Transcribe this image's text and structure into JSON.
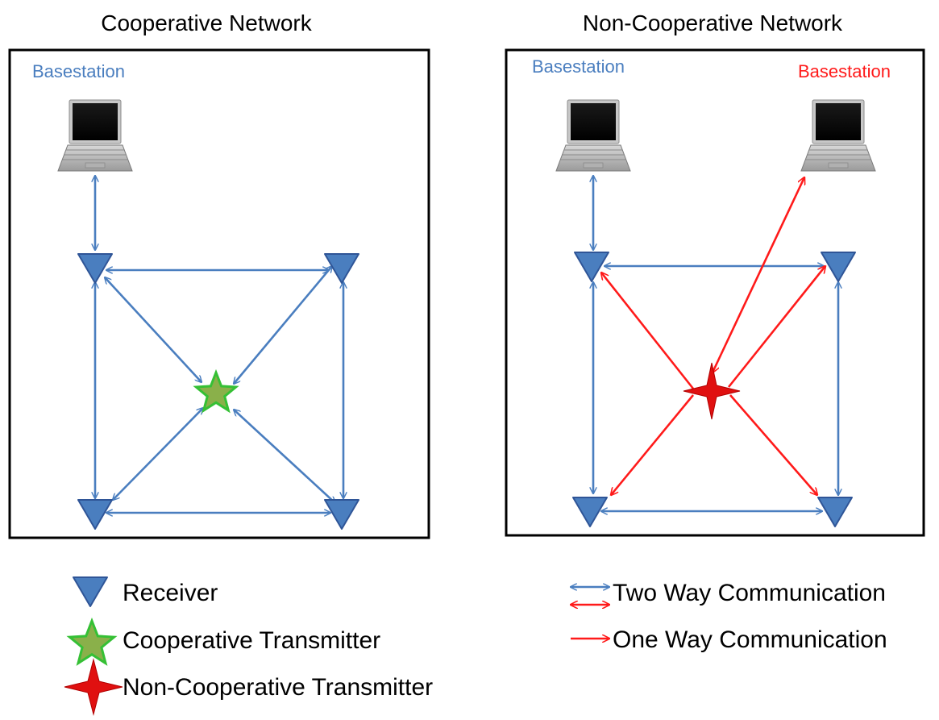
{
  "colors": {
    "blue": "#4a7ebf",
    "blue_dark": "#2f5597",
    "red": "#ff1a1a",
    "star_green_fill": "#8ab04a",
    "star_green_stroke": "#35c035",
    "star_red": "#e01010",
    "frame": "#000000",
    "text": "#000000"
  },
  "panels": {
    "cooperative": {
      "title": "Cooperative Network",
      "basestation_label": "Basestation"
    },
    "non_cooperative": {
      "title": "Non-Cooperative Network",
      "basestation_left_label": "Basestation",
      "basestation_right_label": "Basestation"
    }
  },
  "legend": {
    "receiver": "Receiver",
    "cooperative_transmitter": "Cooperative Transmitter",
    "non_cooperative_transmitter": "Non-Cooperative Transmitter",
    "two_way": "Two Way Communication",
    "one_way": "One Way Communication"
  }
}
